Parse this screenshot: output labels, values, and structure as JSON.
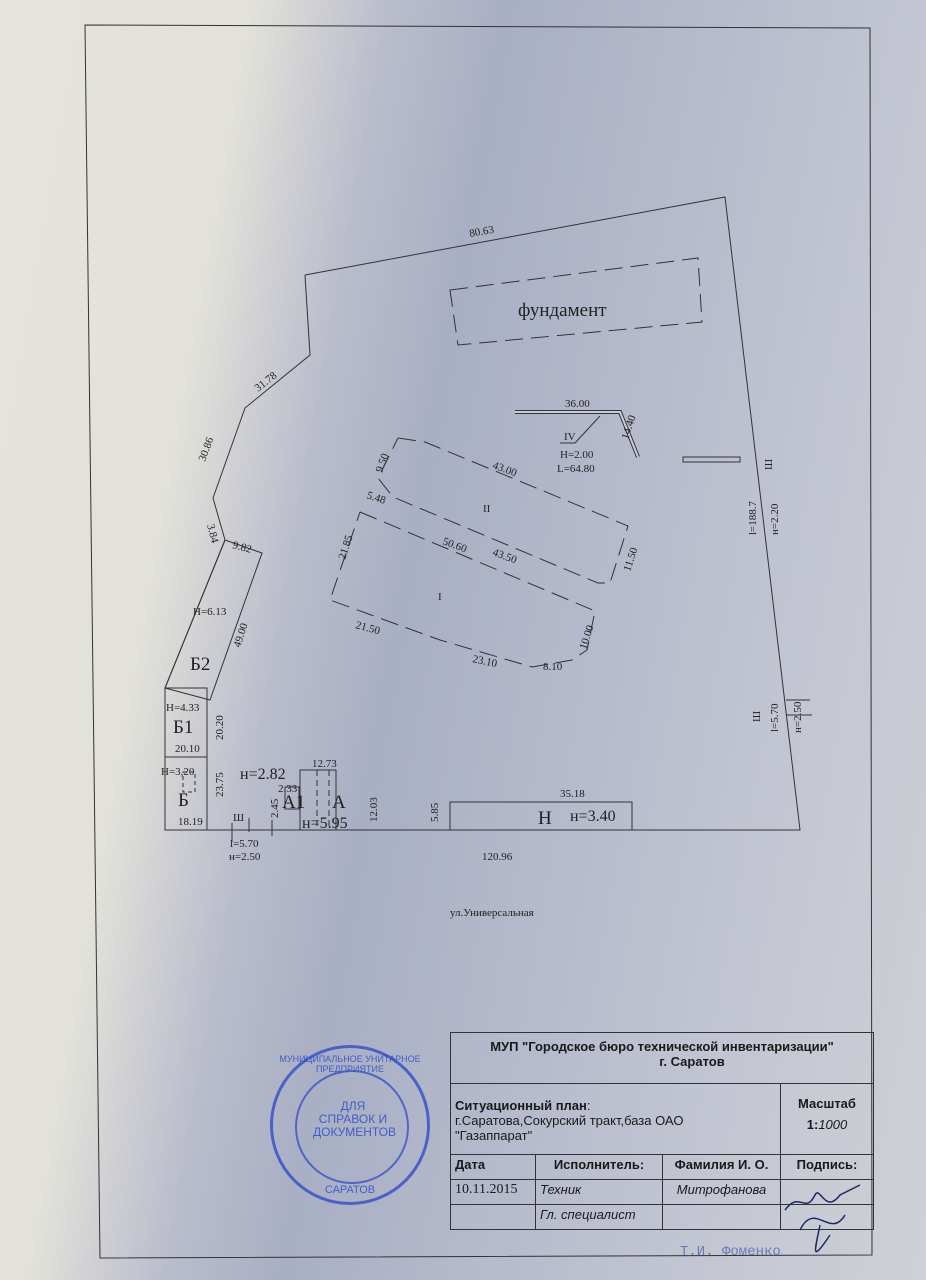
{
  "plan": {
    "foundation": "фундамент",
    "street": "ул.Универсальная",
    "dims": {
      "top": "80.63",
      "d3178": "31.78",
      "d3086": "30.86",
      "d384": "3.84",
      "d982": "9.82",
      "h613": "Н=6.13",
      "d4900": "49.00",
      "b2": "Б2",
      "h433": "Н=4.33",
      "b1": "Б1",
      "d2020": "20.20",
      "d2010": "20.10",
      "h320": "Н=3,20",
      "b": "Б",
      "d2375": "23.75",
      "d1819": "18.19",
      "h282": "н=2.82",
      "d1273": "12.73",
      "d233": "2.33",
      "d245": "2.45",
      "a1": "А1",
      "a": "А",
      "d1203": "12.03",
      "h595": "н=5.95",
      "sh1": "Ш",
      "l570": "l=5.70",
      "n250": "н=2.50",
      "d585": "5.85",
      "d3518": "35.18",
      "hn": "Н",
      "h340": "н=3.40",
      "bottom": "120.96",
      "d3600": "36.00",
      "d1440": "14.40",
      "iv": "IV",
      "h200": "Н=2.00",
      "l6480": "L=64.80",
      "d950": "9.50",
      "d4300": "43.00",
      "d548": "5.48",
      "ii": "II",
      "d2185": "21.85",
      "d5060": "50.60",
      "d4350": "43.50",
      "d1150": "11.50",
      "i": "I",
      "d2150": "21.50",
      "d2310": "23.10",
      "d810": "8.10",
      "d1000": "10.00",
      "l1887": "l=188.7",
      "n220": "н=2.20",
      "sh2": "Ш",
      "sh3": "Ш",
      "l570r": "l=5.70",
      "n250r": "н=2.50"
    }
  },
  "titleblock": {
    "org": "МУП \"Городское бюро технической инвентаризации\"",
    "city": "г. Саратов",
    "plan_label": "Ситуационный план",
    "address1": "г.Саратова,Сокурский тракт,база ОАО",
    "address2": "\"Газаппарат\"",
    "scale_label": "Масштаб",
    "scale_prefix": "1:",
    "scale_value": "1000",
    "col_date": "Дата",
    "col_executor": "Исполнитель:",
    "col_name": "Фамилия И. О.",
    "col_sign": "Подпись:",
    "date": "10.11.2015",
    "role1": "Техник",
    "name1": "Митрофанова",
    "role2": "Гл. специалист"
  },
  "stamp": {
    "outer": "МУНИЦИПАЛЬНОЕ УНИТАРНОЕ ПРЕДПРИЯТИЕ",
    "inner": "ДЛЯ СПРАВОК И ДОКУМЕНТОВ",
    "city": "САРАТОВ",
    "name_stamp": "Т.И. Фоменко"
  }
}
